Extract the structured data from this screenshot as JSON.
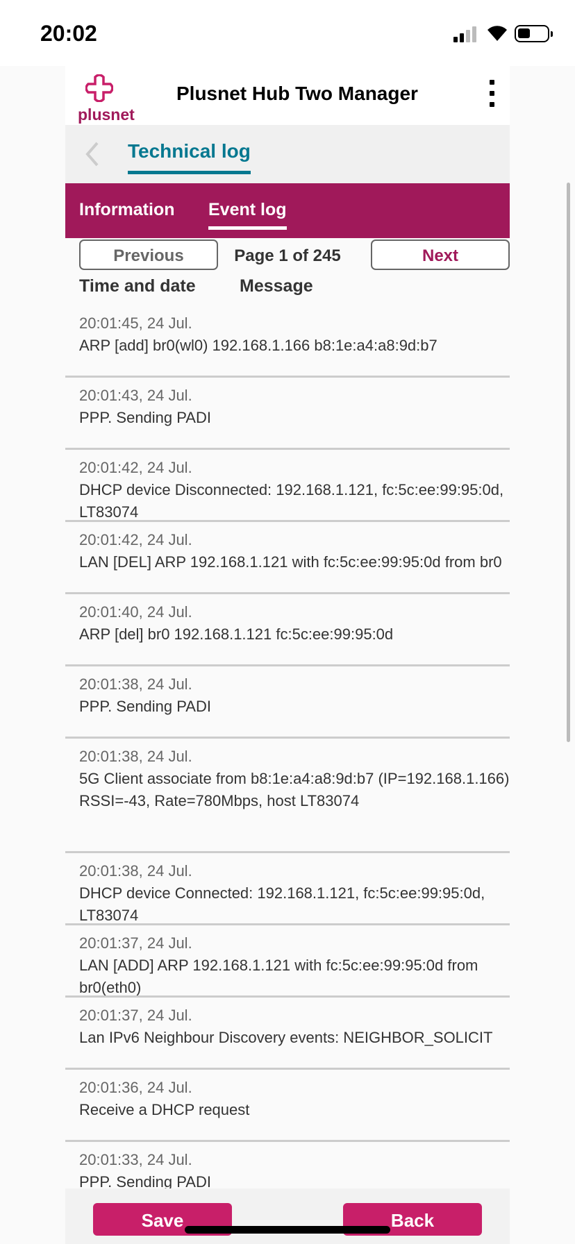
{
  "status_bar": {
    "time": "20:02"
  },
  "header": {
    "brand": "plusnet",
    "title": "Plusnet Hub Two Manager"
  },
  "breadcrumb": {
    "title": "Technical log"
  },
  "tabs": [
    {
      "label": "Information"
    },
    {
      "label": "Event log"
    }
  ],
  "pager": {
    "previous": "Previous",
    "page_label": "Page 1 of 245",
    "next": "Next"
  },
  "columns": {
    "time": "Time and date",
    "message": "Message"
  },
  "events": [
    {
      "time": "20:01:45, 24 Jul.",
      "message": "ARP [add] br0(wl0) 192.168.1.166 b8:1e:a4:a8:9d:b7"
    },
    {
      "time": "20:01:43, 24 Jul.",
      "message": "PPP. Sending PADI"
    },
    {
      "time": "20:01:42, 24 Jul.",
      "message": "DHCP device Disconnected: 192.168.1.121, fc:5c:ee:99:95:0d, LT83074"
    },
    {
      "time": "20:01:42, 24 Jul.",
      "message": "LAN [DEL] ARP 192.168.1.121 with fc:5c:ee:99:95:0d from br0"
    },
    {
      "time": "20:01:40, 24 Jul.",
      "message": "ARP [del] br0 192.168.1.121 fc:5c:ee:99:95:0d"
    },
    {
      "time": "20:01:38, 24 Jul.",
      "message": "PPP. Sending PADI"
    },
    {
      "time": "20:01:38, 24 Jul.",
      "message": "5G Client associate from b8:1e:a4:a8:9d:b7 (IP=192.168.1.166) RSSI=-43, Rate=780Mbps, host LT83074"
    },
    {
      "time": "20:01:38, 24 Jul.",
      "message": "DHCP device Connected: 192.168.1.121, fc:5c:ee:99:95:0d, LT83074"
    },
    {
      "time": "20:01:37, 24 Jul.",
      "message": "LAN [ADD] ARP 192.168.1.121 with fc:5c:ee:99:95:0d from br0(eth0)"
    },
    {
      "time": "20:01:37, 24 Jul.",
      "message": "Lan IPv6 Neighbour Discovery events: NEIGHBOR_SOLICIT"
    },
    {
      "time": "20:01:36, 24 Jul.",
      "message": "Receive a DHCP request"
    },
    {
      "time": "20:01:33, 24 Jul.",
      "message": "PPP. Sending PADI"
    }
  ],
  "footer": {
    "save": "Save",
    "back": "Back"
  },
  "colors": {
    "brand": "#a0195a",
    "accent": "#057890",
    "button": "#c81f69"
  }
}
